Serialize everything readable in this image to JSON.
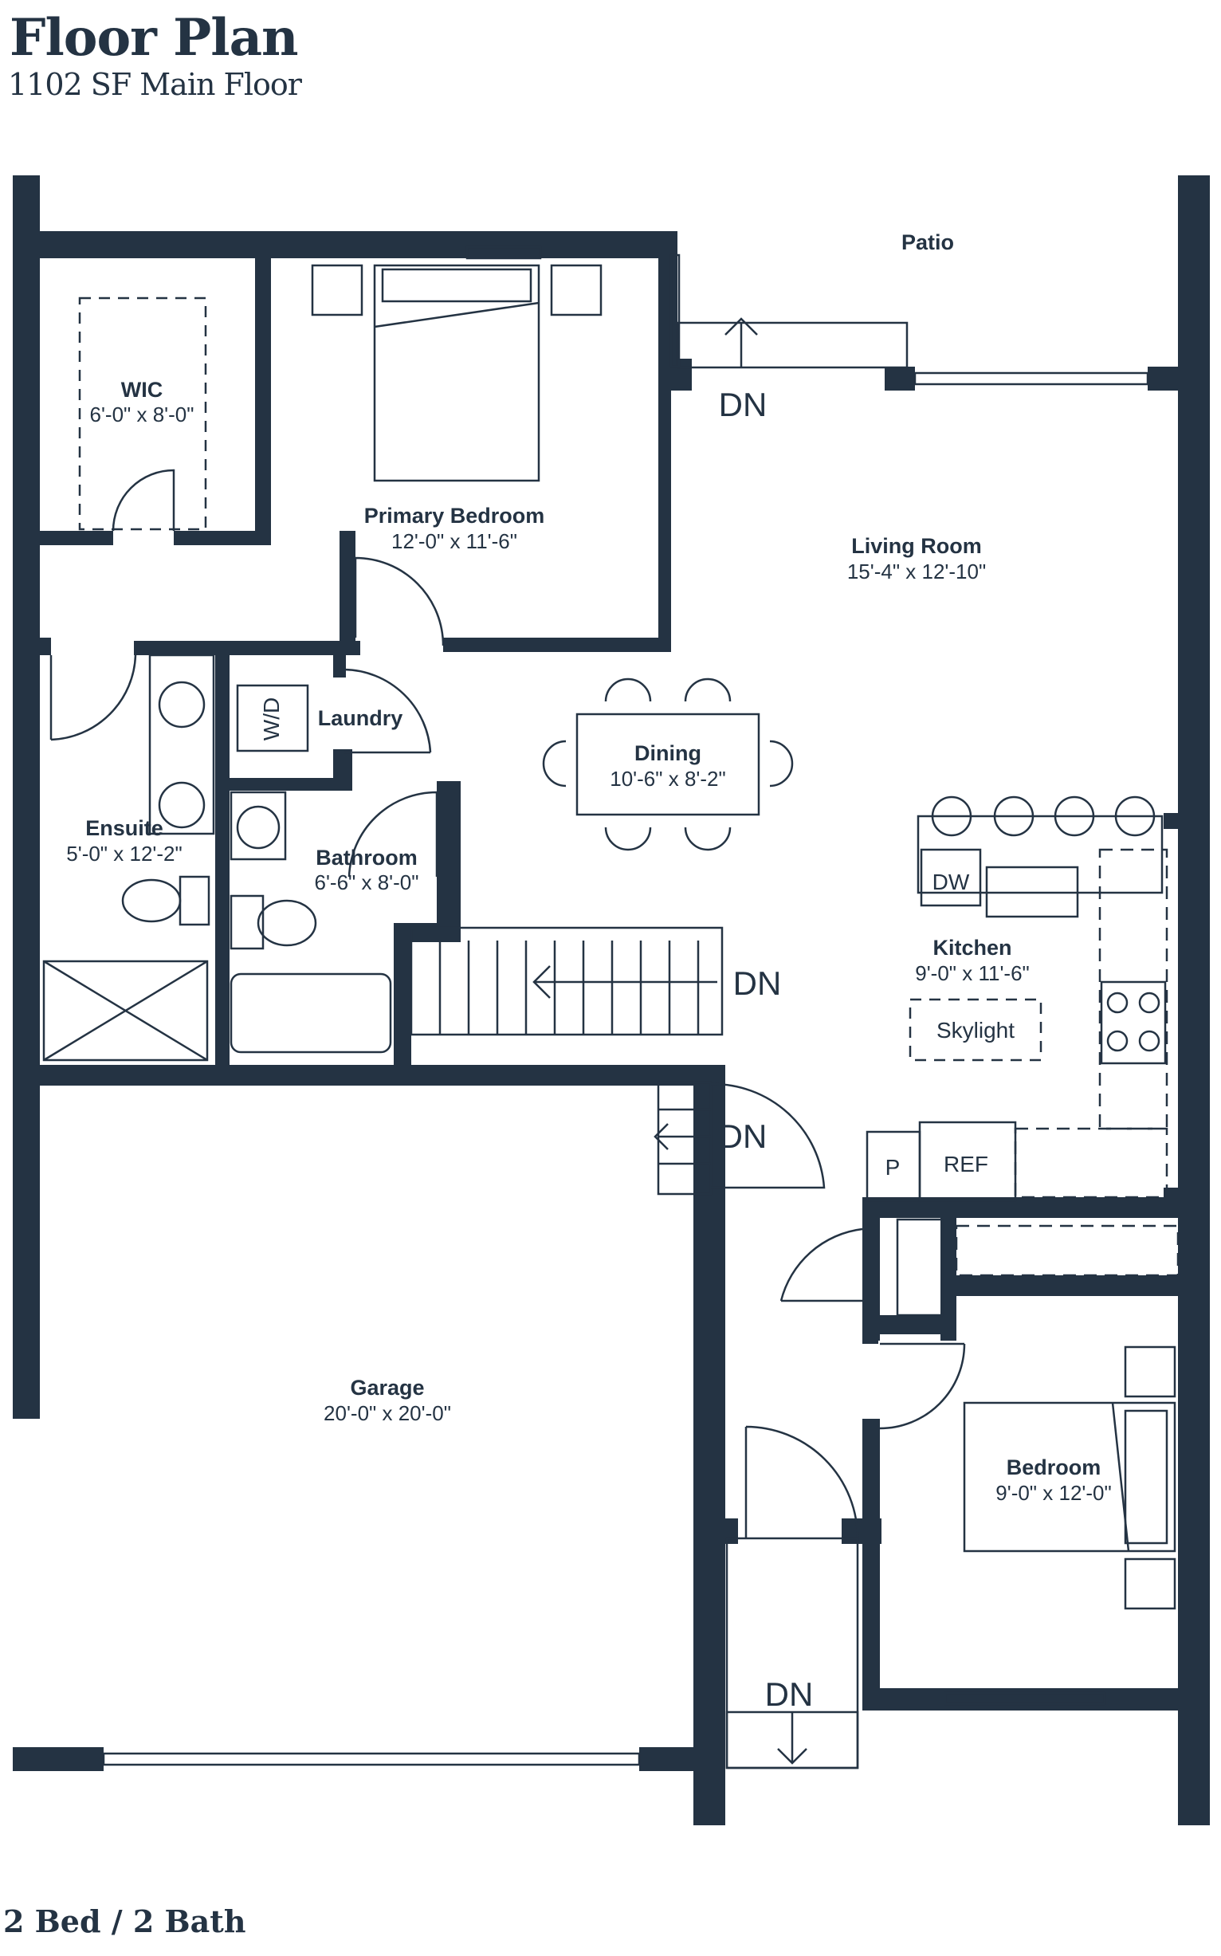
{
  "header": {
    "title": "Floor Plan",
    "subtitle": "1102 SF Main Floor"
  },
  "footer": {
    "summary": "2 Bed / 2 Bath"
  },
  "colors": {
    "wall": "#243343",
    "line": "#243343",
    "background": "#ffffff"
  },
  "rooms": {
    "patio": {
      "name": "Patio"
    },
    "wic": {
      "name": "WIC",
      "dims": "6'-0\" x 8'-0\""
    },
    "primary_bedroom": {
      "name": "Primary Bedroom",
      "dims": "12'-0\" x 11'-6\""
    },
    "living_room": {
      "name": "Living Room",
      "dims": "15'-4\" x 12'-10\""
    },
    "laundry": {
      "name": "Laundry"
    },
    "dining": {
      "name": "Dining",
      "dims": "10'-6\" x 8'-2\""
    },
    "ensuite": {
      "name": "Ensuite",
      "dims": "5'-0\" x 12'-2\""
    },
    "bathroom": {
      "name": "Bathroom",
      "dims": "6'-6\" x 8'-0\""
    },
    "kitchen": {
      "name": "Kitchen",
      "dims": "9'-0\" x 11'-6\""
    },
    "garage": {
      "name": "Garage",
      "dims": "20'-0\" x 20'-0\""
    },
    "bedroom": {
      "name": "Bedroom",
      "dims": "9'-0\" x 12'-0\""
    }
  },
  "fixtures": {
    "washer_dryer": "W/D",
    "dishwasher": "DW",
    "skylight": "Skylight",
    "pantry": "P",
    "refrigerator": "REF"
  },
  "stairs": {
    "patio_down": "DN",
    "main_down": "DN",
    "garage_down": "DN",
    "entry_down": "DN"
  }
}
